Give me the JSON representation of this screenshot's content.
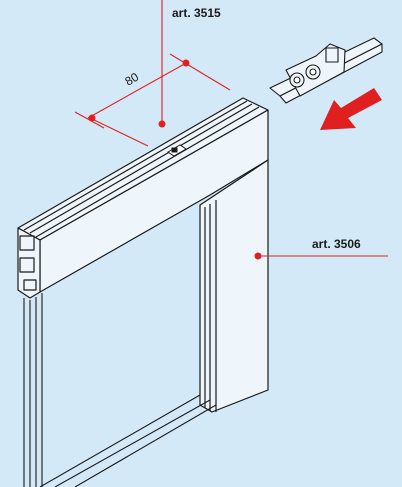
{
  "labels": {
    "top_article": "art. 3515",
    "side_article": "art. 3506",
    "dimension": "80"
  },
  "colors": {
    "background": "#d4e9f7",
    "leader": "#e02020",
    "arrow": "#e02020",
    "line": "#1a1a1a",
    "panel_fill": "#eef6fc"
  },
  "icons": {
    "arrow": "direction-arrow-icon",
    "roller": "roller-carriage-icon"
  }
}
